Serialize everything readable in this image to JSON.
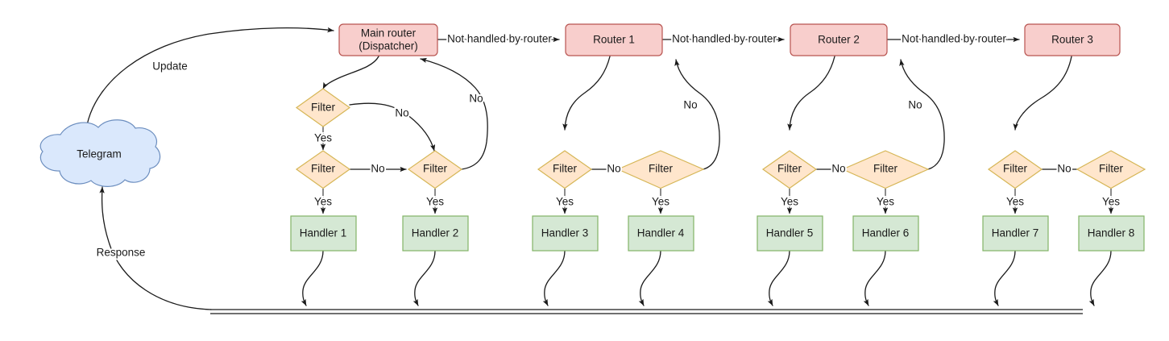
{
  "diagram": {
    "title": "Telegram bot update routing flow",
    "colors": {
      "router_fill": "#f8cecc",
      "router_stroke": "#b85450",
      "filter_fill": "#ffe6cc",
      "filter_stroke": "#d6b656",
      "handler_fill": "#d5e8d4",
      "handler_stroke": "#82b366",
      "cloud_fill": "#dae8fc",
      "cloud_stroke": "#6c8ebf",
      "edge_stroke": "#1a1a1a",
      "text": "#1a1a1a",
      "background": "#ffffff"
    },
    "cloud": {
      "label": "Telegram"
    },
    "routers": [
      {
        "id": "main-router",
        "line1": "Main router",
        "line2": "(Dispatcher)"
      },
      {
        "id": "router-1",
        "line1": "Router 1",
        "line2": ""
      },
      {
        "id": "router-2",
        "line1": "Router 2",
        "line2": ""
      },
      {
        "id": "router-3",
        "line1": "Router 3",
        "line2": ""
      }
    ],
    "filters": [
      {
        "id": "filter-top-main",
        "label": "Filter"
      },
      {
        "id": "filter-1",
        "label": "Filter"
      },
      {
        "id": "filter-2",
        "label": "Filter"
      },
      {
        "id": "filter-3",
        "label": "Filter"
      },
      {
        "id": "filter-4",
        "label": "Filter"
      },
      {
        "id": "filter-5",
        "label": "Filter"
      },
      {
        "id": "filter-6",
        "label": "Filter"
      },
      {
        "id": "filter-7",
        "label": "Filter"
      },
      {
        "id": "filter-8",
        "label": "Filter"
      }
    ],
    "handlers": [
      {
        "id": "handler-1",
        "label": "Handler 1"
      },
      {
        "id": "handler-2",
        "label": "Handler 2"
      },
      {
        "id": "handler-3",
        "label": "Handler 3"
      },
      {
        "id": "handler-4",
        "label": "Handler 4"
      },
      {
        "id": "handler-5",
        "label": "Handler 5"
      },
      {
        "id": "handler-6",
        "label": "Handler 6"
      },
      {
        "id": "handler-7",
        "label": "Handler 7"
      },
      {
        "id": "handler-8",
        "label": "Handler 8"
      }
    ],
    "edge_labels": {
      "update": "Update",
      "response": "Response",
      "not_handled_1": "Not handled by router",
      "not_handled_2": "Not handled by router",
      "not_handled_3": "Not handled by router",
      "yes_1": "Yes",
      "yes_2": "Yes",
      "yes_3": "Yes",
      "yes_4": "Yes",
      "yes_5": "Yes",
      "yes_6": "Yes",
      "yes_7": "Yes",
      "yes_8": "Yes",
      "yes_9": "Yes",
      "no_top_main": "No",
      "no_main_return": "No",
      "no_row_main": "No",
      "no_row_r1": "No",
      "no_r1_return": "No",
      "no_row_r2": "No",
      "no_r2_return": "No",
      "no_row_r3": "No"
    }
  }
}
